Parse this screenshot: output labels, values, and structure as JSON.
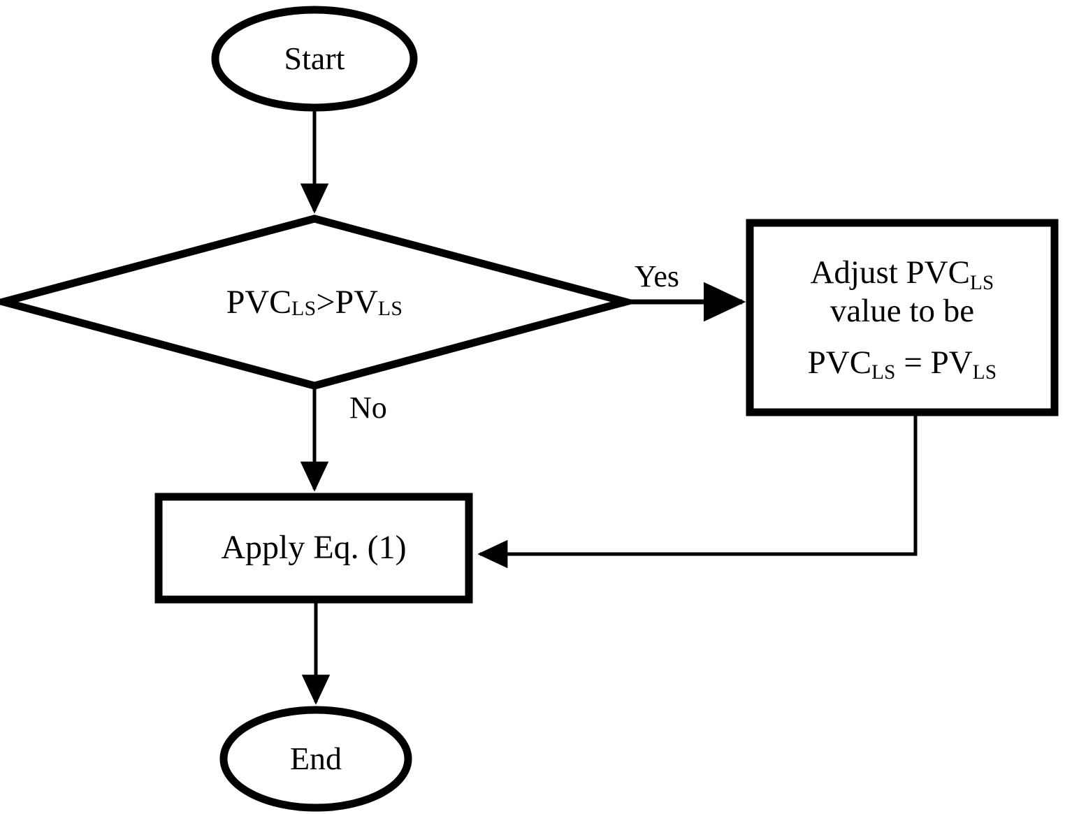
{
  "diagram": {
    "type": "flowchart",
    "title": "PVC-LS adjustment decision flowchart",
    "colors": {
      "stroke": "#000000",
      "fill": "#ffffff",
      "text": "#000000"
    },
    "nodes": [
      {
        "id": "start",
        "shape": "ellipse",
        "label": "Start"
      },
      {
        "id": "decision",
        "shape": "diamond",
        "label_prefix": "PVC",
        "label_sub1": "LS",
        "label_operator": " > ",
        "label_mid": "PV",
        "label_sub2": "LS",
        "label_plain": "PVC(LS) > PV(LS)"
      },
      {
        "id": "adjust",
        "shape": "rectangle",
        "line1_prefix": "Adjust PVC",
        "line1_sub": "LS",
        "line2": "value to be",
        "line3_prefix": "PVC",
        "line3_sub1": "LS",
        "line3_operator": " = ",
        "line3_mid": "PV",
        "line3_sub2": "LS",
        "label_plain": "Adjust PVC(LS) value to be PVC(LS) = PV(LS)"
      },
      {
        "id": "apply",
        "shape": "rectangle",
        "label": "Apply Eq. (1)"
      },
      {
        "id": "end",
        "shape": "ellipse",
        "label": "End"
      }
    ],
    "edges": [
      {
        "id": "start-to-decision",
        "from": "start",
        "to": "decision",
        "label": ""
      },
      {
        "id": "decision-yes-to-adjust",
        "from": "decision",
        "to": "adjust",
        "label": "Yes"
      },
      {
        "id": "decision-no-to-apply",
        "from": "decision",
        "to": "apply",
        "label": "No"
      },
      {
        "id": "adjust-to-apply",
        "from": "adjust",
        "to": "apply",
        "label": ""
      },
      {
        "id": "apply-to-end",
        "from": "apply",
        "to": "end",
        "label": ""
      }
    ]
  }
}
